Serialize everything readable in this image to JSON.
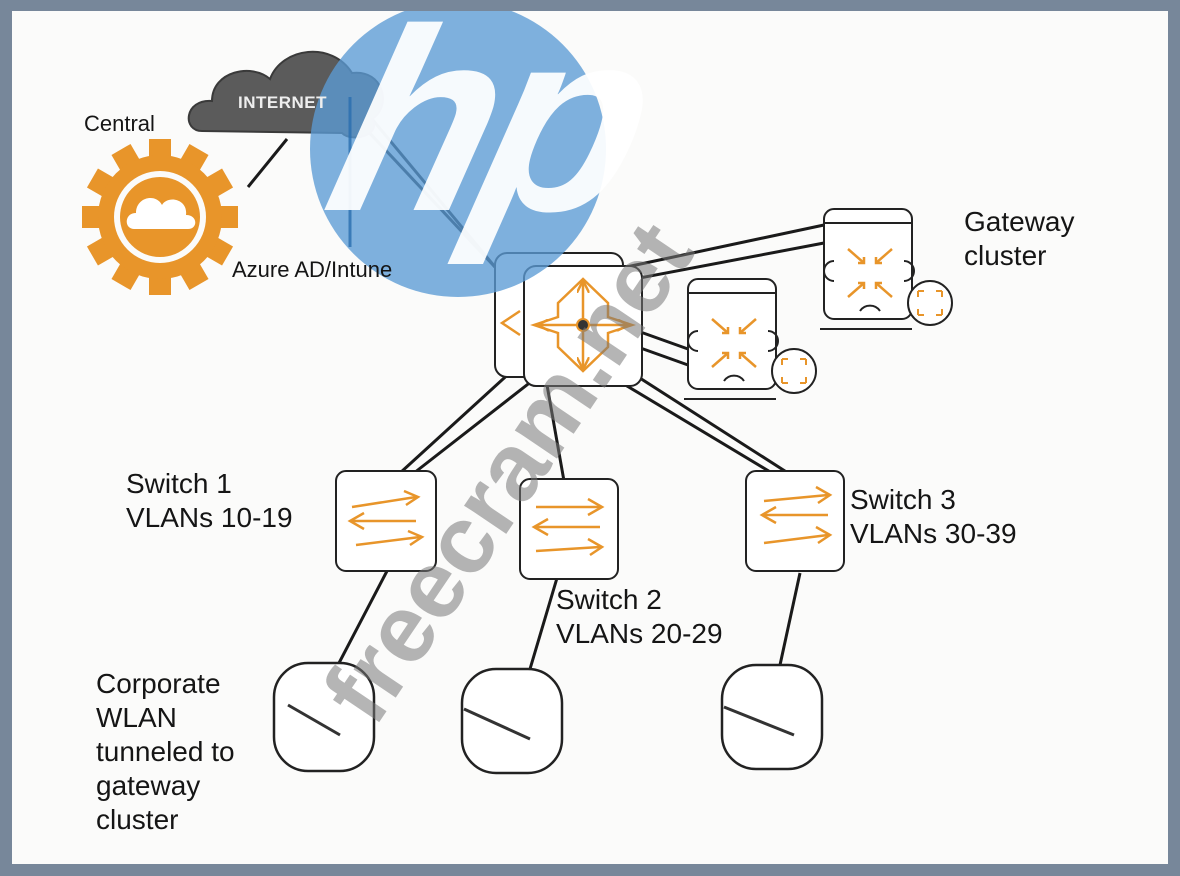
{
  "diagram": {
    "cloud_label": "INTERNET",
    "central_label": "Central",
    "azure_label": "Azure AD/Intune",
    "gateway_label_line1": "Gateway",
    "gateway_label_line2": "cluster",
    "switch1": {
      "name": "Switch 1",
      "vlans": "VLANs 10-19"
    },
    "switch2": {
      "name": "Switch 2",
      "vlans": "VLANs 20-29"
    },
    "switch3": {
      "name": "Switch 3",
      "vlans": "VLANs 30-39"
    },
    "wlan_lines": [
      "Corporate",
      "WLAN",
      "tunneled to",
      "gateway",
      "cluster"
    ]
  },
  "watermarks": {
    "logo_text": "hp",
    "site_text": "freecram.net"
  },
  "colors": {
    "border": "#77879a",
    "background": "#fbfbfa",
    "accent_orange": "#e8952a",
    "cloud_gray": "#5b5b5b",
    "hp_blue": "#5b9bd5",
    "line": "#1a1a1a"
  }
}
